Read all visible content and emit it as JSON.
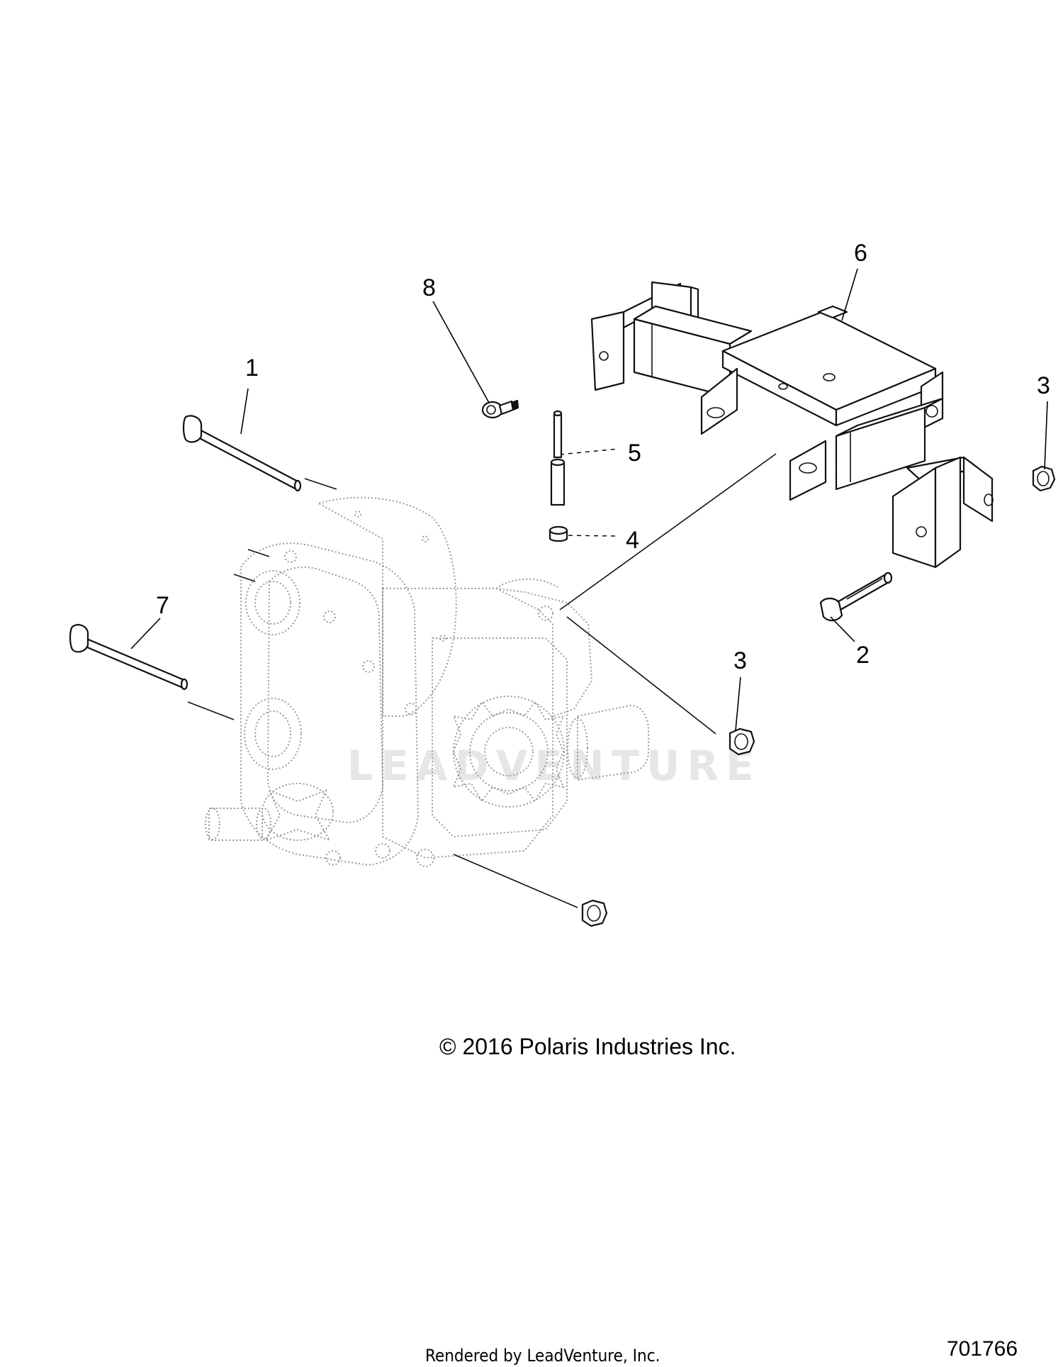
{
  "callouts": {
    "c1": "1",
    "c2": "2",
    "c3a": "3",
    "c3b": "3",
    "c4": "4",
    "c5": "5",
    "c6": "6",
    "c7": "7",
    "c8": "8"
  },
  "watermark": "LEADVENTURE",
  "copyright": "© 2016 Polaris Industries Inc.",
  "figure_number": "701766",
  "render_credit": "Rendered by LeadVenture, Inc."
}
